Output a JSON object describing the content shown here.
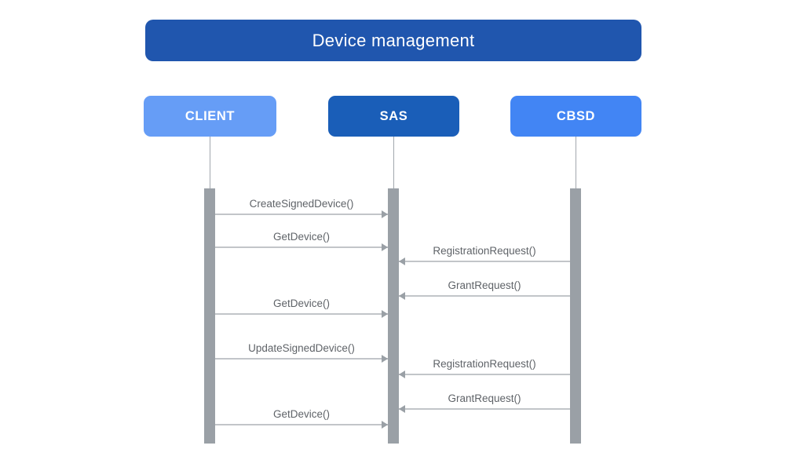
{
  "diagram": {
    "type": "sequence-diagram",
    "title": "Device management"
  },
  "actors": [
    {
      "label": "CLIENT",
      "color": "#669DF6"
    },
    {
      "label": "SAS",
      "color": "#1A5EB8"
    },
    {
      "label": "CBSD",
      "color": "#4285F4"
    }
  ],
  "messages": [
    {
      "label": "CreateSignedDevice()",
      "from": "CLIENT",
      "to": "SAS"
    },
    {
      "label": "GetDevice()",
      "from": "CLIENT",
      "to": "SAS"
    },
    {
      "label": "RegistrationRequest()",
      "from": "CBSD",
      "to": "SAS"
    },
    {
      "label": "GrantRequest()",
      "from": "CBSD",
      "to": "SAS"
    },
    {
      "label": "GetDevice()",
      "from": "CLIENT",
      "to": "SAS"
    },
    {
      "label": "UpdateSignedDevice()",
      "from": "CLIENT",
      "to": "SAS"
    },
    {
      "label": "RegistrationRequest()",
      "from": "CBSD",
      "to": "SAS"
    },
    {
      "label": "GrantRequest()",
      "from": "CBSD",
      "to": "SAS"
    },
    {
      "label": "GetDevice()",
      "from": "CLIENT",
      "to": "SAS"
    }
  ],
  "colors": {
    "title_bg": "#2056AE",
    "client_bg": "#669DF6",
    "sas_bg": "#1A5EB8",
    "cbsd_bg": "#4285F4",
    "activation_bar": "#9AA0A6",
    "lifeline": "#A2A7AD",
    "arrow_line": "#C2C5C9",
    "arrowhead": "#9AA0A6",
    "message_text": "#5F6368",
    "actor_text": "#FFFFFF",
    "background": "#FFFFFF"
  }
}
